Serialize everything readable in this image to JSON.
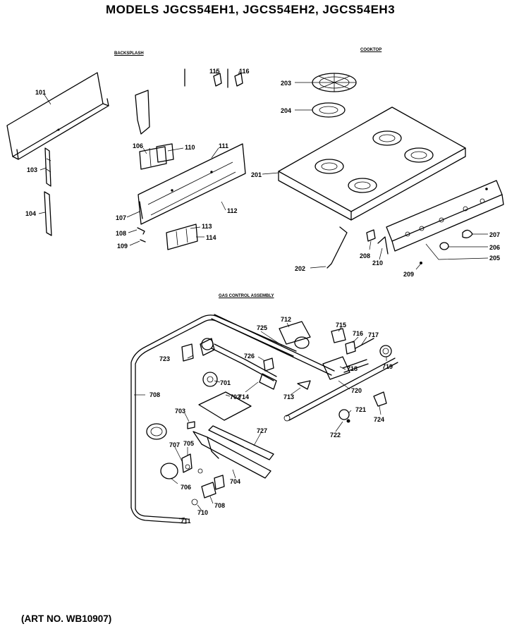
{
  "header": {
    "title": "MODELS JGCS54EH1, JGCS54EH2, JGCS54EH3"
  },
  "footer": {
    "art_number": "(ART NO. WB10907)"
  },
  "sections": {
    "backsplash": "BACKSPLASH",
    "cooktop": "COOKTOP",
    "gas_control": "GAS CONTROL ASSEMBLY"
  },
  "parts": {
    "p101": "101",
    "p103": "103",
    "p104": "104",
    "p106": "106",
    "p107": "107",
    "p108": "108",
    "p109": "109",
    "p110": "110",
    "p111": "111",
    "p112": "112",
    "p113": "113",
    "p114": "114",
    "p115": "115",
    "p116": "116",
    "p201": "201",
    "p202": "202",
    "p203": "203",
    "p204": "204",
    "p205": "205",
    "p206": "206",
    "p207": "207",
    "p208": "208",
    "p209": "209",
    "p210": "210",
    "p701": "701",
    "p702": "702",
    "p703": "703",
    "p704": "704",
    "p705": "705",
    "p706": "706",
    "p707": "707",
    "p708": "708",
    "p710": "710",
    "p711": "711",
    "p712": "712",
    "p713": "713",
    "p714": "714",
    "p715": "715",
    "p716": "716",
    "p717": "717",
    "p718": "718",
    "p719": "719",
    "p720": "720",
    "p721": "721",
    "p722": "722",
    "p723": "723",
    "p724": "724",
    "p725": "725",
    "p726": "726",
    "p727": "727"
  }
}
